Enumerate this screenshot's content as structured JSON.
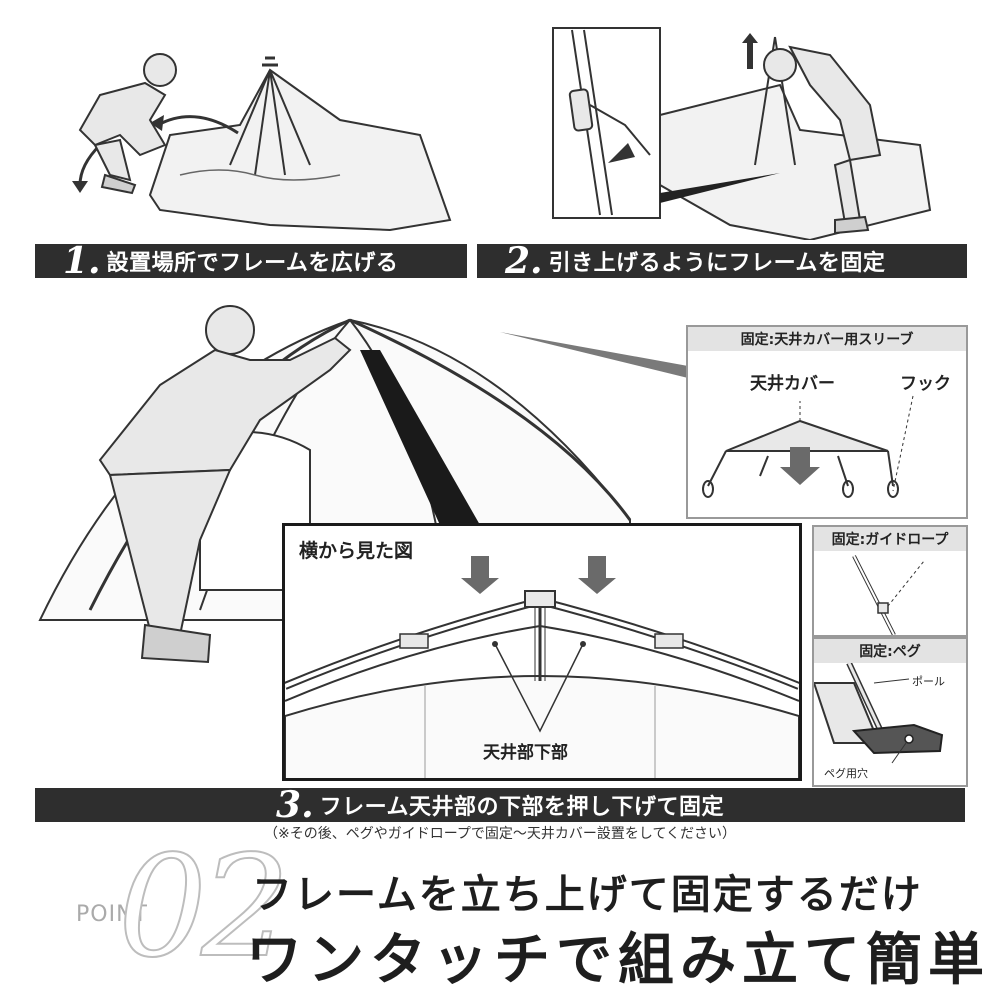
{
  "steps": [
    {
      "num": "1.",
      "text": "設置場所でフレームを広げる"
    },
    {
      "num": "2.",
      "text": "引き上げるようにフレームを固定"
    },
    {
      "num": "3.",
      "text": "フレーム天井部の下部を押し下げて固定"
    }
  ],
  "step3_note": "（※その後、ペグやガイドロープで固定～天井カバー設置をしてください）",
  "side_view": {
    "title": "横から見た図",
    "label": "天井部下部"
  },
  "inset_sleeve": {
    "title": "固定:天井カバー用スリーブ",
    "label_cover": "天井カバー",
    "label_hook": "フック"
  },
  "inset_guyrope": {
    "title": "固定:ガイドロープ"
  },
  "inset_peg": {
    "title": "固定:ペグ",
    "label_pole": "ポール",
    "label_hole": "ペグ用穴"
  },
  "point": {
    "label": "POINT",
    "number": "02"
  },
  "headline": {
    "line1": "フレームを立ち上げて固定するだけ",
    "line2": "ワンタッチで組み立て簡単"
  },
  "colors": {
    "bar": "#2e2e2e",
    "accent_gray": "#6a6a6a",
    "figure_fill": "#e8e8e8"
  }
}
